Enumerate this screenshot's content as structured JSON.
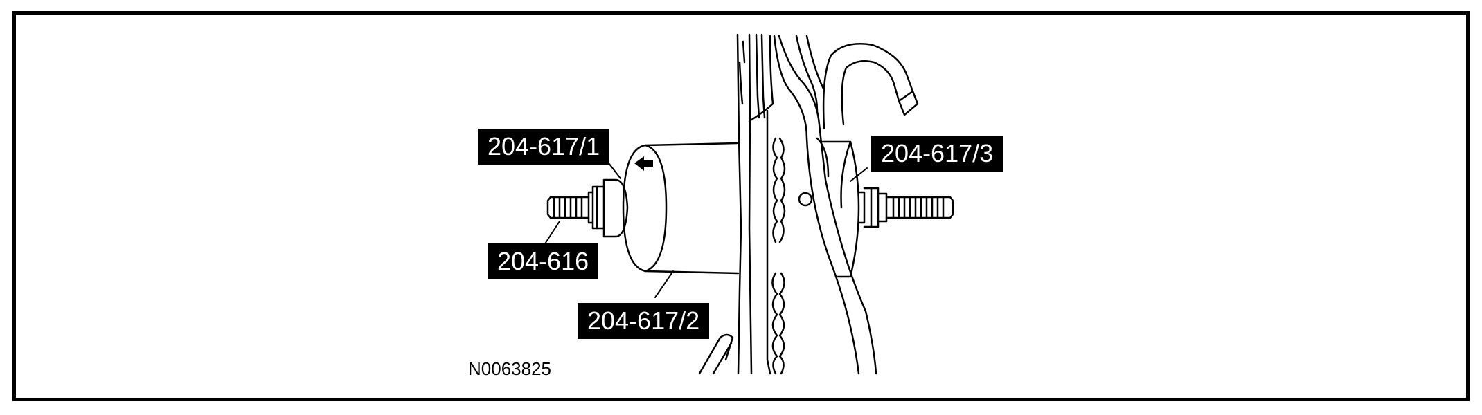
{
  "callouts": {
    "c1": "204-617/1",
    "c2": "204-617/2",
    "c3": "204-617/3",
    "c4": "204-616"
  },
  "figure_id": "N0063825",
  "colors": {
    "ink": "#000000",
    "paper": "#ffffff"
  }
}
